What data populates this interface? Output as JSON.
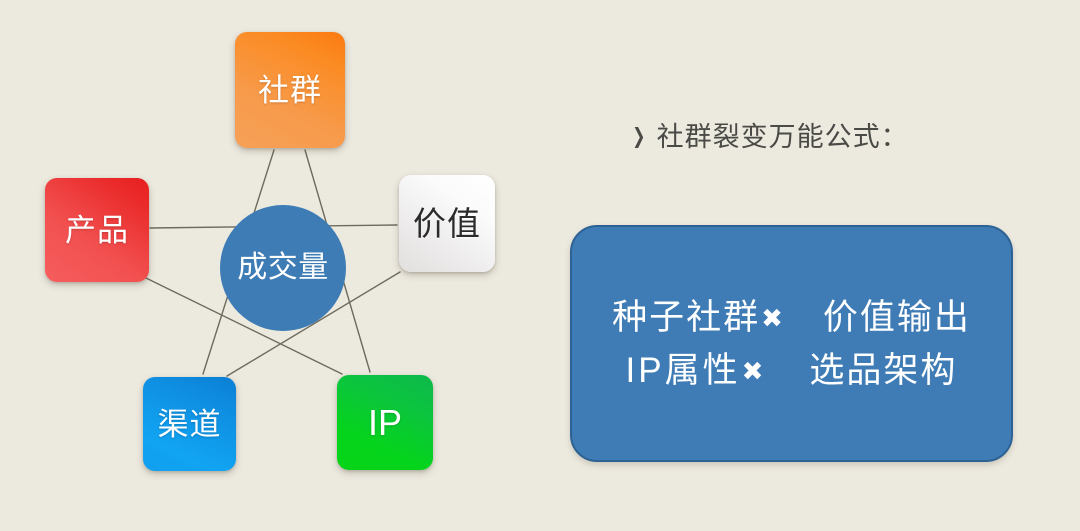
{
  "background_color": "#ece9df",
  "diagram": {
    "type": "pentagram-relationship-diagram",
    "center": {
      "label": "成交量",
      "color": "#3e7cb5",
      "shape": "circle"
    },
    "nodes": [
      {
        "id": "shequn",
        "label": "社群",
        "color": "#f78c24",
        "position": "top"
      },
      {
        "id": "chanpin",
        "label": "产品",
        "color": "#ef3b3b",
        "position": "left"
      },
      {
        "id": "jiazhi",
        "label": "价值",
        "color": "#f0eeec",
        "position": "right"
      },
      {
        "id": "qudao",
        "label": "渠道",
        "color": "#0f9be9",
        "position": "bottom-left"
      },
      {
        "id": "ip",
        "label": "IP",
        "color": "#07cb2a",
        "position": "bottom-right"
      }
    ],
    "edges": [
      {
        "from": "shequn",
        "to": "qudao"
      },
      {
        "from": "qudao",
        "to": "jiazhi"
      },
      {
        "from": "jiazhi",
        "to": "chanpin"
      },
      {
        "from": "chanpin",
        "to": "ip"
      },
      {
        "from": "ip",
        "to": "shequn"
      }
    ],
    "edge_color": "#6e6a5c"
  },
  "panel": {
    "heading": {
      "bullet_icon": "chevron-right-icon",
      "bullet_glyph": "❯",
      "text": "社群裂变万能公式：",
      "color": "#4a4a46"
    },
    "formula_box": {
      "fill_color": "#3f7cb6",
      "border_color": "#2d6294",
      "text_color": "#ffffff",
      "operator_glyph": "✖",
      "lines": [
        {
          "term_a": "种子社群",
          "operator": "✖",
          "term_b": "价值输出"
        },
        {
          "term_a": "IP属性",
          "operator": "✖",
          "term_b": "选品架构"
        }
      ]
    }
  }
}
